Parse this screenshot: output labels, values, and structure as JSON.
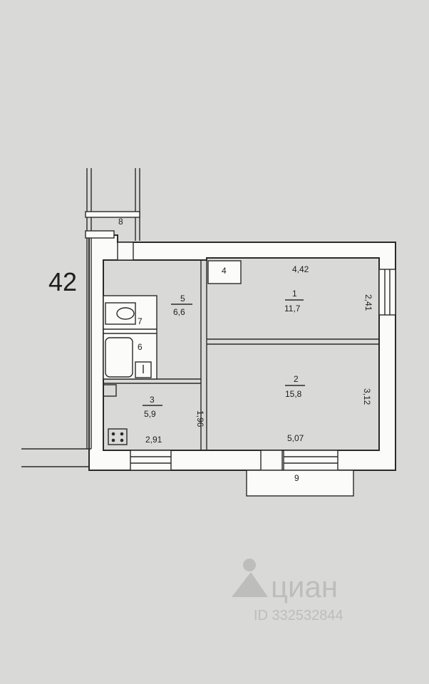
{
  "plan": {
    "apartment_number": "42",
    "rooms": [
      {
        "num": "1",
        "area": "11,7"
      },
      {
        "num": "2",
        "area": "15,8"
      },
      {
        "num": "3",
        "area": "5,9"
      },
      {
        "num": "5",
        "area": "6,6"
      }
    ],
    "small_rooms": [
      "4",
      "6",
      "7",
      "8",
      "9"
    ],
    "dimensions": [
      "4,42",
      "2,41",
      "3,12",
      "5,07",
      "2,91",
      "1,96"
    ]
  },
  "watermark": {
    "brand": "циан",
    "id": "ID 332532844"
  }
}
